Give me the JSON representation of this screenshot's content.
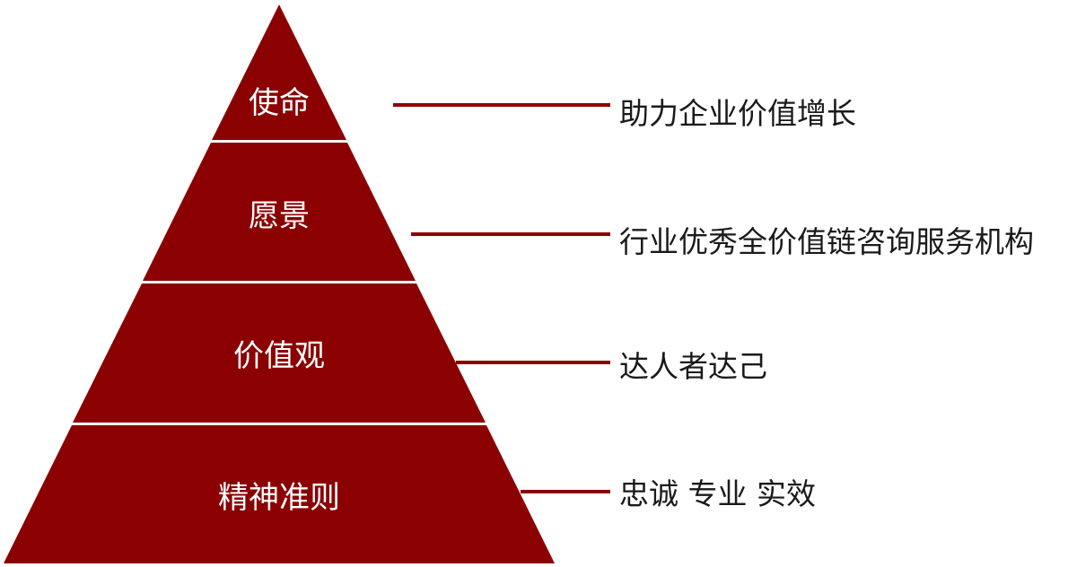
{
  "colors": {
    "tier_fill": "#8b0000",
    "connector": "#8b0000",
    "separator": "#ffffff",
    "text_dark": "#1a1a1a",
    "text_light": "#ffffff"
  },
  "tiers": [
    {
      "label": "使命",
      "description": "助力企业价值增长"
    },
    {
      "label": "愿景",
      "description": "行业优秀全价值链咨询服务机构"
    },
    {
      "label": "价值观",
      "description": "达人者达己"
    },
    {
      "label": "精神准则",
      "description": "忠诚 专业 实效"
    }
  ]
}
